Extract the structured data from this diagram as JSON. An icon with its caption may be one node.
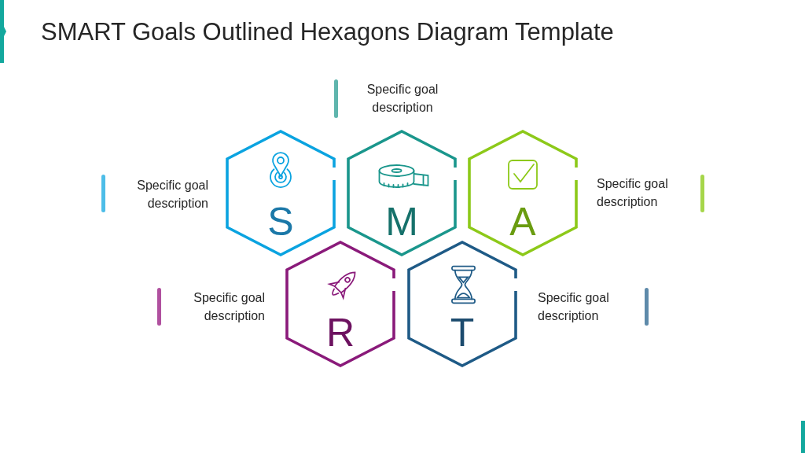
{
  "diagram": {
    "title": "SMART Goals Outlined Hexagons Diagram Template",
    "nodes": [
      {
        "text": [
          "S"
        ],
        "beside": [
          "Specific goal description"
        ]
      },
      {
        "text": [
          "M"
        ],
        "beside": [
          "Specific goal description"
        ]
      },
      {
        "text": [
          "A"
        ],
        "beside": [
          "Specific goal description"
        ]
      },
      {
        "text": [
          "R"
        ],
        "beside": [
          "Specific goal description"
        ]
      },
      {
        "text": [
          "T"
        ],
        "beside": [
          "Specific goal description"
        ]
      }
    ]
  }
}
